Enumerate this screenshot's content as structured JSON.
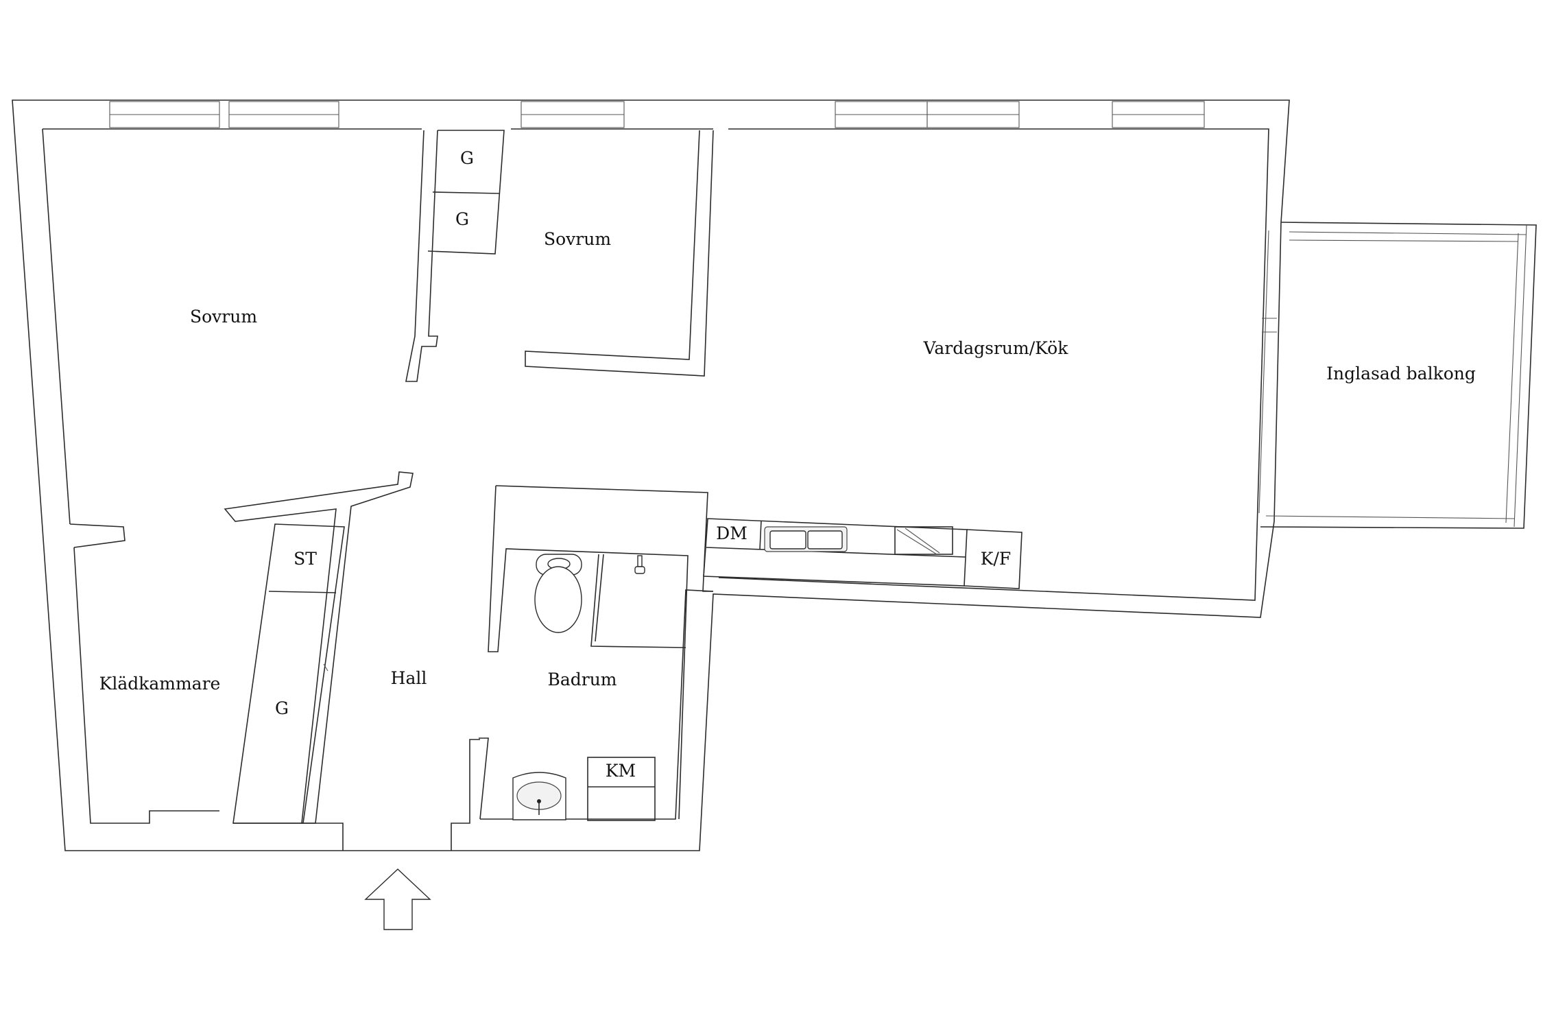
{
  "rooms": {
    "sovrum_large": "Sovrum",
    "sovrum_small": "Sovrum",
    "living_kitchen": "Vardagsrum/Kök",
    "balcony": "Inglasad balkong",
    "walk_in_closet": "Klädkammare",
    "hall": "Hall",
    "bathroom": "Badrum"
  },
  "fixtures": {
    "wardrobe_1": "G",
    "wardrobe_2": "G",
    "wardrobe_hall": "G",
    "storage": "ST",
    "dishwasher": "DM",
    "fridge_freezer": "K/F",
    "washing_machine": "KM"
  },
  "colors": {
    "wall_stroke": "#2b2b2b",
    "background": "#ffffff"
  }
}
